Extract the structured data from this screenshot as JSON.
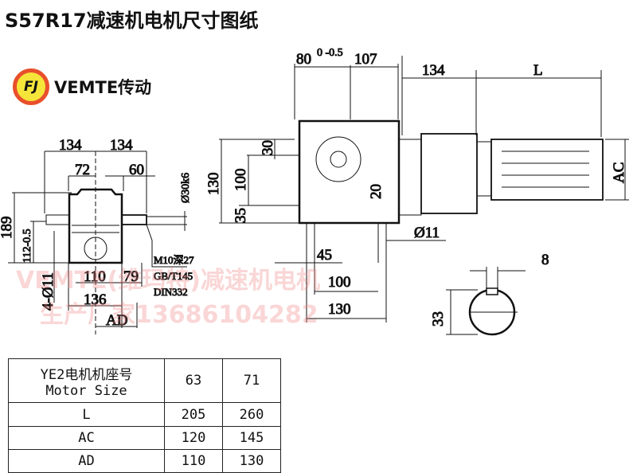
{
  "title": "S57R17减速机电机尺寸图纸",
  "logo": {
    "mark": "FJ",
    "text": "VEMTE传动"
  },
  "watermark": {
    "line1": "VEMTE(维玛特)减速机电机",
    "line2": "生产厂家13686104282"
  },
  "front_view": {
    "d134_left": "134",
    "d134_right": "134",
    "d72": "72",
    "d60": "60",
    "d_shaft": "Ø30k6",
    "d189": "189",
    "d112": "112-0.5",
    "d110": "110",
    "d79": "79",
    "d136": "136",
    "dAD": "AD",
    "holes": "4-Ø11",
    "note1": "M10深27",
    "note2": "GB/T145",
    "note3": "DIN332"
  },
  "side_view": {
    "d80": "80",
    "d80_tol": "0 -0.5",
    "d107": "107",
    "d134": "134",
    "dL": "L",
    "dAC": "AC",
    "d130v": "130",
    "d100v": "100",
    "d30": "30",
    "d35": "35",
    "d20": "20",
    "d45": "45",
    "d11": "Ø11",
    "d100h": "100",
    "d130h": "130"
  },
  "shaft_section": {
    "d8": "8",
    "d33": "33"
  },
  "table": {
    "header_label_cn": "YE2电机机座号",
    "header_label_en": "Motor Size",
    "sizes": [
      "63",
      "71"
    ],
    "rows": [
      {
        "label": "L",
        "values": [
          "205",
          "260"
        ]
      },
      {
        "label": "AC",
        "values": [
          "120",
          "145"
        ]
      },
      {
        "label": "AD",
        "values": [
          "110",
          "130"
        ]
      }
    ]
  }
}
